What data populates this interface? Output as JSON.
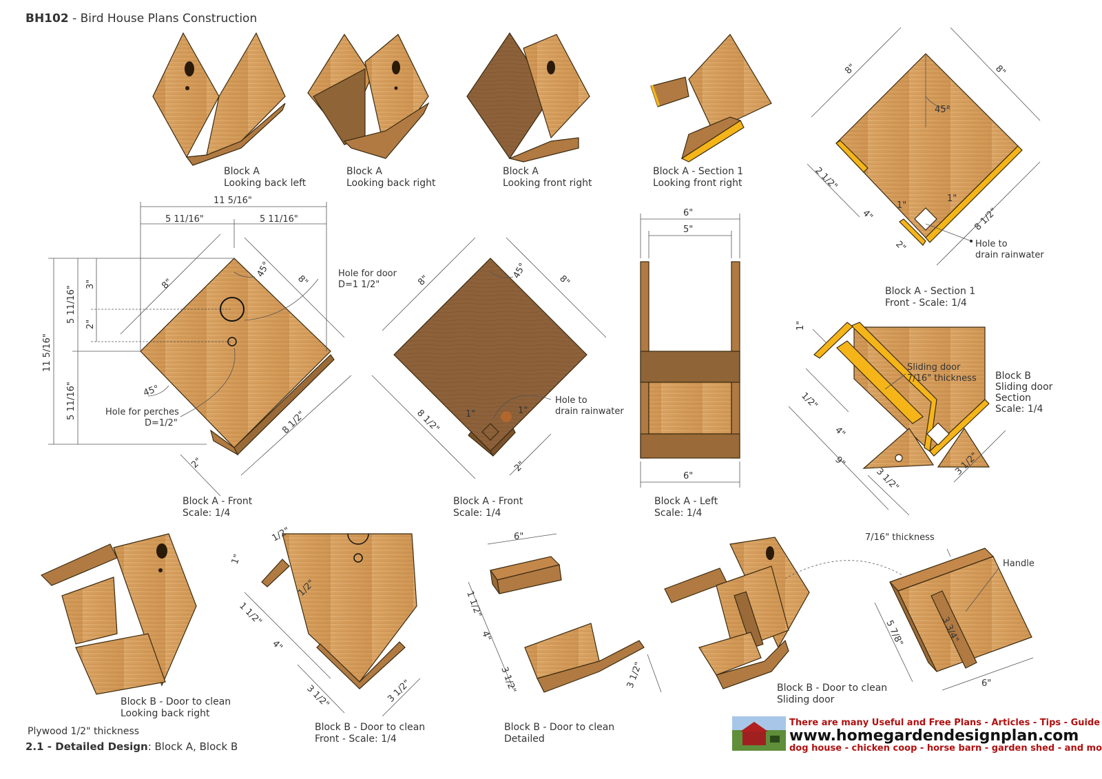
{
  "header": {
    "code": "BH102",
    "title": " - Bird House Plans Construction"
  },
  "captions": {
    "iso1": [
      "Block A",
      "Looking back left"
    ],
    "iso2": [
      "Block A",
      "Looking back right"
    ],
    "iso3": [
      "Block A",
      "Looking front right"
    ],
    "iso4": [
      "Block A - Section 1",
      "Looking front right"
    ],
    "sec1": [
      "Block A - Section 1",
      "Front - Scale: 1/4"
    ],
    "front1": [
      "Block A - Front",
      "Scale: 1/4"
    ],
    "front2": [
      "Block A - Front",
      "Scale: 1/4"
    ],
    "left": [
      "Block A - Left",
      "Scale: 1/4"
    ],
    "secB": [
      "Block B",
      "Sliding door",
      "Section",
      "Scale: 1/4"
    ],
    "doorIso": [
      "Block B - Door to clean",
      "Looking back right"
    ],
    "doorFront": [
      "Block B - Door to clean",
      "Front - Scale: 1/4"
    ],
    "doorDet": [
      "Block B - Door to clean",
      "Detailed"
    ],
    "doorSlide": [
      "Block B - Door to clean",
      "Sliding door"
    ]
  },
  "labels": {
    "holeDoor": [
      "Hole for door",
      "D=1 1/2\""
    ],
    "holePerch": [
      "Hole for perches",
      "D=1/2\""
    ],
    "drain": [
      "Hole to",
      "drain rainwater"
    ],
    "slidingDoor": [
      "Sliding door",
      "7/16\" thickness"
    ],
    "thickness": "7/16\" thickness",
    "handle": "Handle"
  },
  "dims": {
    "d11_5_16": "11 5/16\"",
    "d5_11_16": "5 11/16\"",
    "d8": "8\"",
    "d8_1_2": "8 1/2\"",
    "d45": "45°",
    "d3": "3\"",
    "d2": "2\"",
    "d1": "1\"",
    "d6": "6\"",
    "d5": "5\"",
    "d2_1_2": "2 1/2\"",
    "d4": "4\"",
    "d1_2": "1/2\"",
    "d1_1_2": "1 1/2\"",
    "d3_1_2": "3 1/2\"",
    "d9": "9\"",
    "d5_7_8": "5 7/8\"",
    "d3_3_4": "3 3/4\""
  },
  "footer": {
    "plywood": "Plywood 1/2\" thickness",
    "designNum": "2.1 - Detailed Design",
    "designRest": ": Block A, Block B"
  },
  "ad": {
    "line1": "There are many Useful and Free Plans - Articles - Tips - Guide at:",
    "url": "www.homegardendesignplan.com",
    "line3": "dog house - chicken coop - horse barn - garden shed - and more"
  },
  "colors": {
    "wood": "#d9a566",
    "woodDark": "#a8743e",
    "woodFront": "#8a6238",
    "cut": "#f5b519",
    "edge": "#3a2a10"
  }
}
